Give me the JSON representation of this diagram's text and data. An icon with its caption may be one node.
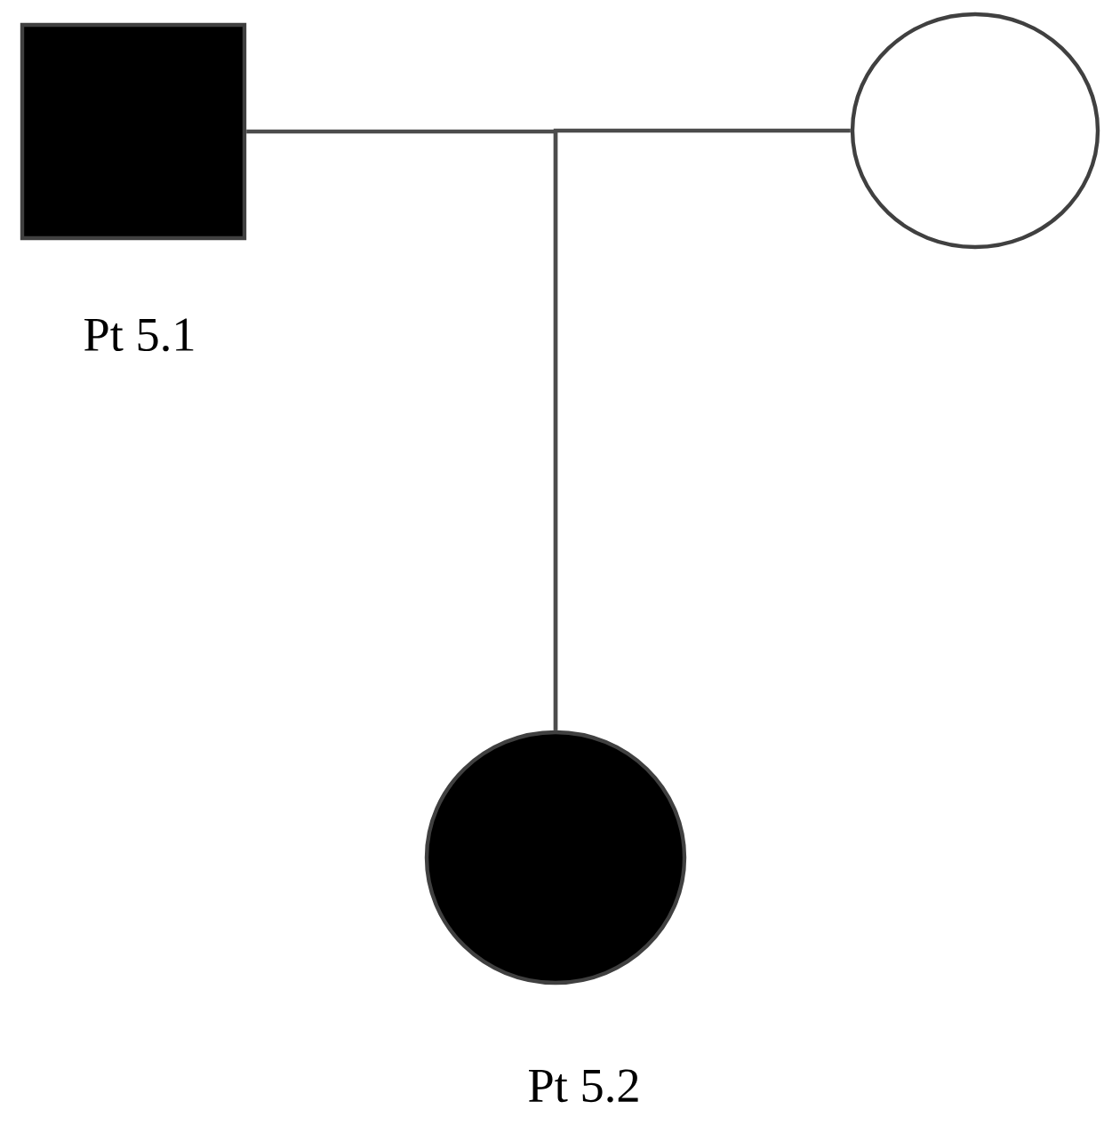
{
  "diagram": {
    "nodes": [
      {
        "text": [],
        "shape": "box",
        "beside": [
          "Pt 5.1"
        ]
      },
      {
        "text": [],
        "shape": "circle"
      },
      {
        "text": [],
        "shape": "circle",
        "beside": [
          "Pt 5.2"
        ]
      }
    ],
    "edges": [
      {
        "from": 0,
        "to": 2,
        "arrow": "none"
      },
      {
        "from": 1,
        "to": 2,
        "arrow": "none"
      }
    ]
  }
}
